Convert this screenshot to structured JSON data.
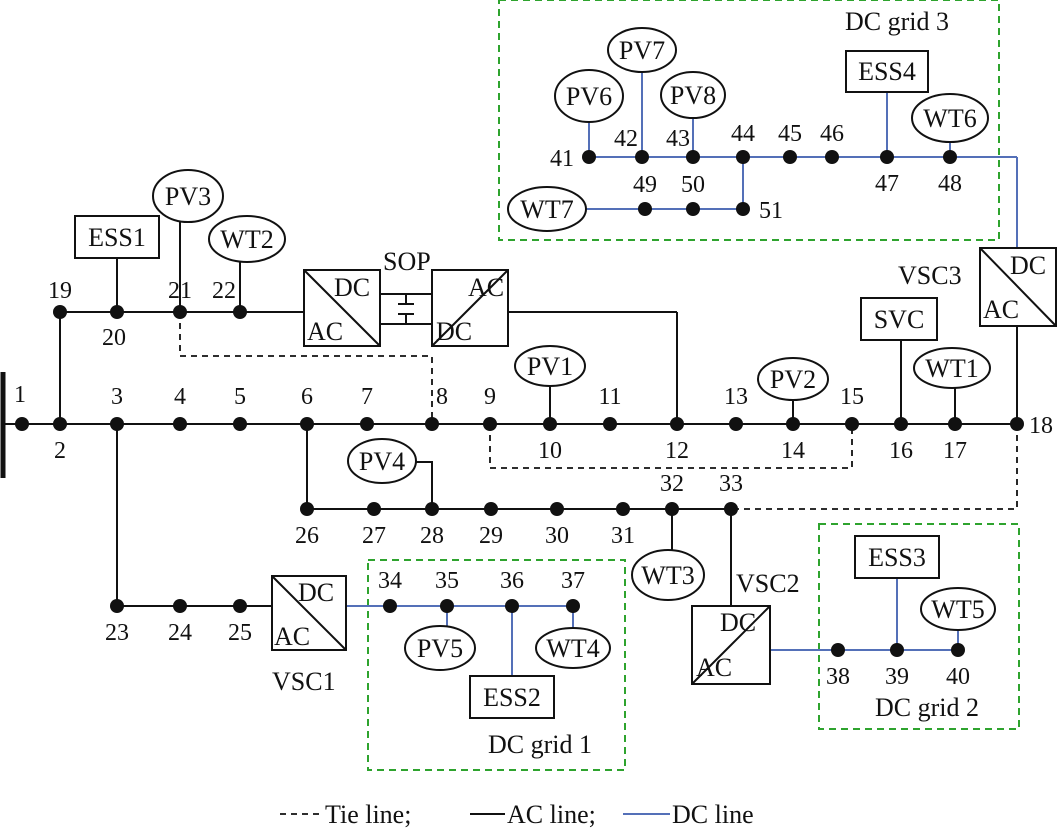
{
  "buses": [
    "1",
    "2",
    "3",
    "4",
    "5",
    "6",
    "7",
    "8",
    "9",
    "10",
    "11",
    "12",
    "13",
    "14",
    "15",
    "16",
    "17",
    "18",
    "19",
    "20",
    "21",
    "22",
    "23",
    "24",
    "25",
    "26",
    "27",
    "28",
    "29",
    "30",
    "31",
    "32",
    "33",
    "34",
    "35",
    "36",
    "37",
    "38",
    "39",
    "40",
    "41",
    "42",
    "43",
    "44",
    "45",
    "46",
    "47",
    "48",
    "49",
    "50",
    "51"
  ],
  "devices": {
    "pv1": "PV1",
    "pv2": "PV2",
    "pv3": "PV3",
    "pv4": "PV4",
    "pv5": "PV5",
    "pv6": "PV6",
    "pv7": "PV7",
    "pv8": "PV8",
    "wt1": "WT1",
    "wt2": "WT2",
    "wt3": "WT3",
    "wt4": "WT4",
    "wt5": "WT5",
    "wt6": "WT6",
    "wt7": "WT7",
    "ess1": "ESS1",
    "ess2": "ESS2",
    "ess3": "ESS3",
    "ess4": "ESS4",
    "svc": "SVC"
  },
  "converters": {
    "sop": "SOP",
    "vsc1": "VSC1",
    "vsc2": "VSC2",
    "vsc3": "VSC3",
    "dc": "DC",
    "ac": "AC"
  },
  "grids": {
    "grid1": "DC grid 1",
    "grid2": "DC grid 2",
    "grid3": "DC grid 3"
  },
  "legend": {
    "tie": "Tie line;",
    "ac": "AC line;",
    "dc": "DC line"
  },
  "colors": {
    "ac_line": "#111111",
    "dc_line": "#5470b8",
    "dc_grid_border": "#2ea32e"
  }
}
